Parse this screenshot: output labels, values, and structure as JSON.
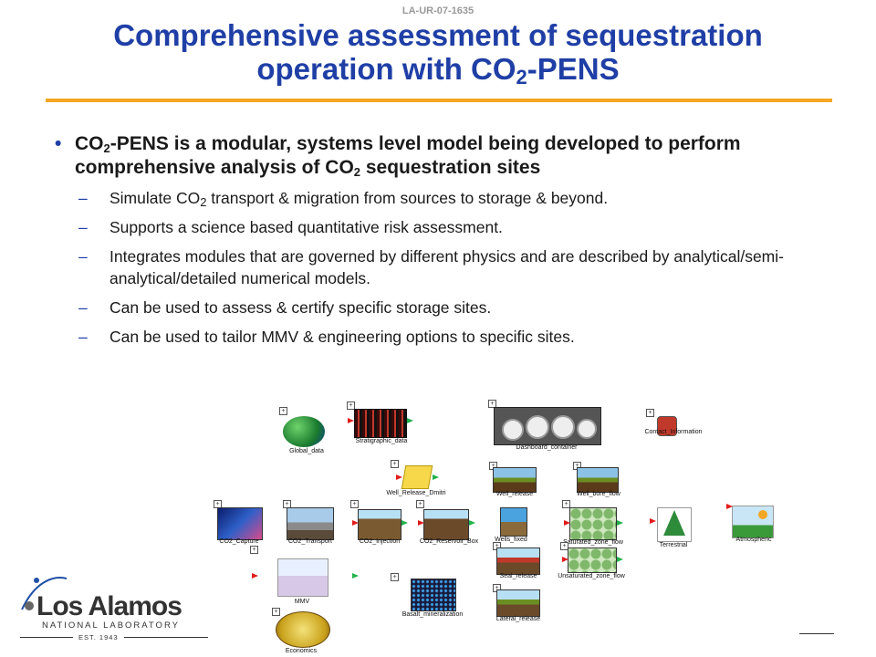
{
  "header": {
    "doc_id": "LA-UR-07-1635",
    "title_line1": "Comprehensive assessment of sequestration",
    "title_line2_pre": "operation with CO",
    "title_line2_sub": "2",
    "title_line2_post": "-PENS"
  },
  "bullet": {
    "part1": "CO",
    "sub1": "2",
    "part2": "-PENS is a modular, systems level model being developed to perform comprehensive analysis of CO",
    "sub2": "2",
    "part3": " sequestration sites"
  },
  "sub_bullets": {
    "item1_pre": "Simulate CO",
    "item1_sub": "2",
    "item1_post": " transport & migration from sources to storage & beyond.",
    "item2": "Supports a science based quantitative risk assessment.",
    "item3": "Integrates modules that are governed by different physics and are described by analytical/semi-analytical/detailed numerical models.",
    "item4": "Can be used to assess & certify specific storage sites.",
    "item5": "Can be used to tailor MMV & engineering options to specific sites."
  },
  "diagram": {
    "nodes": {
      "global_data": "Global_data",
      "stratigraphic_data": "Stratigraphic_data",
      "dashboard_container": "Dashboard_container",
      "contact_information": "Contact_Information",
      "well_release_dmitri": "Well_Release_Dmitri",
      "well_release": "Well_release",
      "well_bore_flow": "Well_bore_flow",
      "co2_capture": "CO2_Capture",
      "co2_transport": "CO2_Transport",
      "co2_injection": "CO2_Injection",
      "co2_reservoir_box": "CO2_Reservoir_Box",
      "wells_fixed": "Wells_fixed",
      "saturated_zone_flow": "Saturated_zone_flow",
      "terrestrial": "Terrestrial",
      "atmospheric": "Atmospheric",
      "mmv": "MMV",
      "seal_release": "Seal_release",
      "unsaturated_zone_flow": "Unsaturated_zone_flow",
      "basalt_mineralization": "Basalt_mineralization",
      "lateral_release": "Lateral_release",
      "economics": "Economics"
    }
  },
  "logo": {
    "name": "Los Alamos",
    "lab": "NATIONAL LABORATORY",
    "est": "EST. 1943"
  },
  "colors": {
    "title": "#1f3fa6",
    "rule": "#f5a623",
    "arrow_red": "#e21b1b",
    "arrow_green": "#22b14c"
  }
}
